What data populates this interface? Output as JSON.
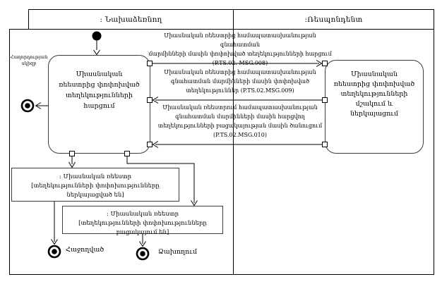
{
  "diagram": {
    "type": "uml-activity-diagram",
    "colors": {
      "line": "#000000",
      "background": "#ffffff",
      "activity_border": "#3d3d3d"
    },
    "header": {
      "initiator": ": Նախաձեռնող",
      "respondent": ":Ռեսպոնդենտ"
    },
    "initiator_activity": {
      "lines": [
        "Միասնական",
        "ռեեստրից փոփոխված",
        "տեղեկությունների",
        "հարցում"
      ]
    },
    "respondent_activity": {
      "lines": [
        "Միասնական",
        "ռեեստրից փոփոխված",
        "տեղեկությունների",
        "մշակում և",
        "ներկայացում"
      ]
    },
    "messages": {
      "msg008": {
        "lines": [
          "Միասնական ռեեստրից համապատասխանության գնահատման",
          "մարմինների մասին փոփոխված տեղեկությունների հարցում",
          "(P.TS.02. MSG.008)"
        ]
      },
      "msg009": {
        "lines": [
          "Միասնական ռեեստրից համապատասխանության",
          "գնահատման մարմինների մասին փոփոխված",
          "տեղեկություններ (P.TS.02.MSG.009)"
        ]
      },
      "msg010": {
        "lines": [
          "Միասնական ռեեստրում համապատասխանության",
          "գնահատման մարմինների մասին հարցվող",
          "տեղեկությունների բացակայության մասին ծանուցում",
          "(P.TS.02.MSG.010)"
        ]
      }
    },
    "registry_states": {
      "presented": {
        "title": ": Միասնական ռեեստր",
        "condition": "[տեղեկությունների փոփոխությունները ներկայացված են]"
      },
      "absent": {
        "title": ": Միասնական ռեեստր",
        "condition": "[տեղեկությունների փոփոխությունները բացակայում են]"
      }
    },
    "final_nodes": {
      "left_label": {
        "lines": [
          "Հաղորդության",
          "սկիզբ"
        ]
      },
      "success": "Հաջողված",
      "failure": "Ձախողում"
    }
  }
}
